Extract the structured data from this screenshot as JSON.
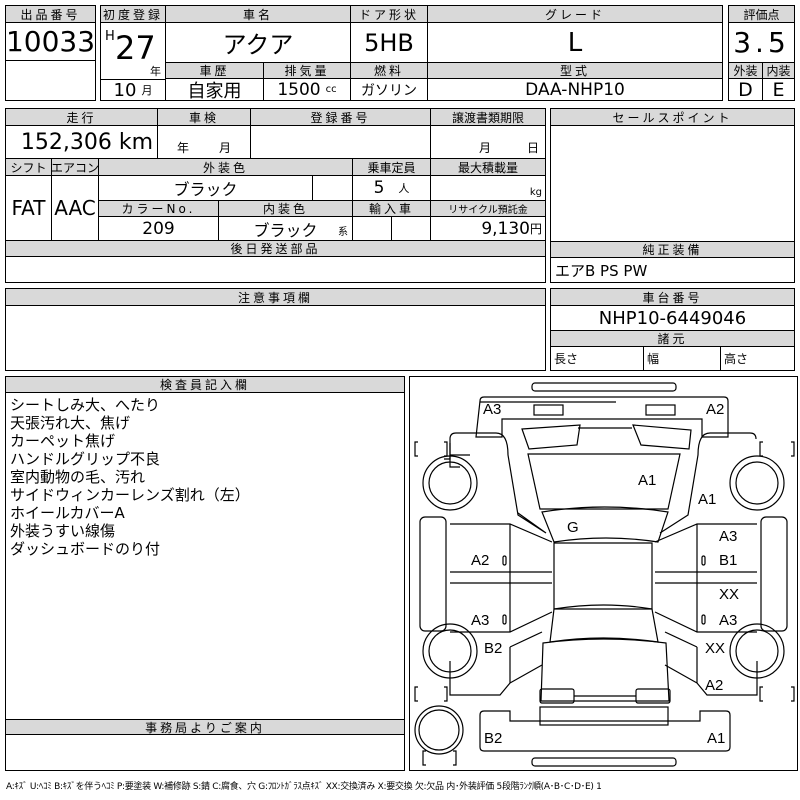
{
  "lot": {
    "label": "出品番号",
    "value": "10033"
  },
  "first_reg": {
    "label": "初度登録",
    "era": "H",
    "year": "27",
    "year_unit": "年",
    "month": "10",
    "month_unit": "月"
  },
  "car_name": {
    "label": "車名",
    "value": "アクア"
  },
  "door": {
    "label": "ドア形状",
    "value": "5HB"
  },
  "grade": {
    "label": "グレード",
    "value": "L"
  },
  "history": {
    "label": "車歴",
    "value": "自家用"
  },
  "displacement": {
    "label": "排気量",
    "value": "1500",
    "unit": "cc"
  },
  "fuel": {
    "label": "燃料",
    "value": "ガソリン"
  },
  "model": {
    "label": "型式",
    "value": "DAA-NHP10"
  },
  "score": {
    "label": "評価点",
    "value": "3.5",
    "ext_label": "外装",
    "ext": "D",
    "int_label": "内装",
    "int": "E"
  },
  "mileage": {
    "label": "走行",
    "value": "152,306 km"
  },
  "inspection": {
    "label": "車検",
    "year_unit": "年",
    "month_unit": "月"
  },
  "reg_no": {
    "label": "登録番号"
  },
  "transfer": {
    "label": "譲渡書類期限",
    "month_unit": "月",
    "day_unit": "日"
  },
  "shift": {
    "label": "シフト",
    "value": "FAT"
  },
  "aircon": {
    "label": "エアコン",
    "value": "AAC"
  },
  "ext_color": {
    "label": "外装色",
    "value": "ブラック"
  },
  "capacity": {
    "label": "乗車定員",
    "value": "5",
    "unit": "人"
  },
  "max_load": {
    "label": "最大積載量",
    "unit": "kg"
  },
  "color_no": {
    "label": "カラーNo.",
    "value": "209"
  },
  "int_color": {
    "label": "内装色",
    "value": "ブラック",
    "suffix": "系"
  },
  "import": {
    "label": "輸入車"
  },
  "recycle": {
    "label": "リサイクル預託金",
    "value": "9,130",
    "unit": "円"
  },
  "later_parts": {
    "label": "後日発送部品"
  },
  "sales_point": {
    "label": "セールスポイント"
  },
  "equipment": {
    "label": "純正装備",
    "value": "エアB PS PW"
  },
  "notes": {
    "label": "注意事項欄"
  },
  "chassis": {
    "label": "車台番号",
    "value": "NHP10-6449046"
  },
  "spec": {
    "label": "諸元",
    "length": "長さ",
    "width": "幅",
    "height": "高さ"
  },
  "inspector": {
    "label": "検査員記入欄",
    "lines": [
      "シートしみ大、へたり",
      "天張汚れ大、焦げ",
      "カーペット焦げ",
      "ハンドルグリップ不良",
      "室内動物の毛、汚れ",
      "サイドウィンカーレンズ割れ（左）",
      "ホイールカバーA",
      "外装うすい線傷",
      "ダッシュボードのり付"
    ]
  },
  "office": {
    "label": "事務局よりご案内"
  },
  "marks": [
    {
      "part": "rear-left",
      "code": "A3"
    },
    {
      "part": "rear-right",
      "code": "A2"
    },
    {
      "part": "roof",
      "code": "A1"
    },
    {
      "part": "right-quarter",
      "code": "A1"
    },
    {
      "part": "rear-glass",
      "code": "G"
    },
    {
      "part": "right-rear-door-upper",
      "code": "A3"
    },
    {
      "part": "right-rear-door",
      "code": "B1"
    },
    {
      "part": "left-rear-door",
      "code": "A2"
    },
    {
      "part": "right-front-door-upper",
      "code": "XX"
    },
    {
      "part": "right-front-door",
      "code": "A3"
    },
    {
      "part": "left-front-door",
      "code": "A3"
    },
    {
      "part": "left-fender",
      "code": "B2"
    },
    {
      "part": "right-fender",
      "code": "XX"
    },
    {
      "part": "right-front",
      "code": "A2"
    },
    {
      "part": "front-left",
      "code": "B2"
    },
    {
      "part": "front-right",
      "code": "A1"
    }
  ],
  "legend": "A:ｷｽﾞ U:ﾍｺﾐ B:ｷｽﾞを伴うﾍｺﾐ P:要塗装 W:補修跡 S:錆 C:腐食、穴 G:ﾌﾛﾝﾄｶﾞﾗｽ点ｷｽﾞ XX:交換済み X:要交換 欠:欠品 内･外装評価 5段階ﾗﾝｸ順(A･B･C･D･E) 1"
}
